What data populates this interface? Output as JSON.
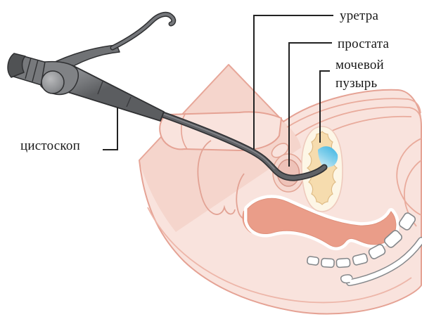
{
  "diagram": {
    "labels": {
      "urethra": "уретра",
      "prostate": "простата",
      "bladder": "мочевой пузырь",
      "cystoscope": "цистоскоп"
    },
    "colors": {
      "body_fill": "#f9e3dd",
      "body_outline": "#e5a294",
      "abdomen_shade": "#eeb9ab",
      "bladder_fill": "#f6dcae",
      "bladder_rim": "#fdf6e6",
      "prostate_fill": "#eec2b8",
      "rectum_fill": "#ea9d89",
      "bone_outline": "#85888b",
      "scope_gray": "#6f7174",
      "scope_dark": "#2f3032",
      "light_blue": "#2fb2e5",
      "label_text": "#1a1a1a",
      "label_line": "#222222"
    }
  }
}
